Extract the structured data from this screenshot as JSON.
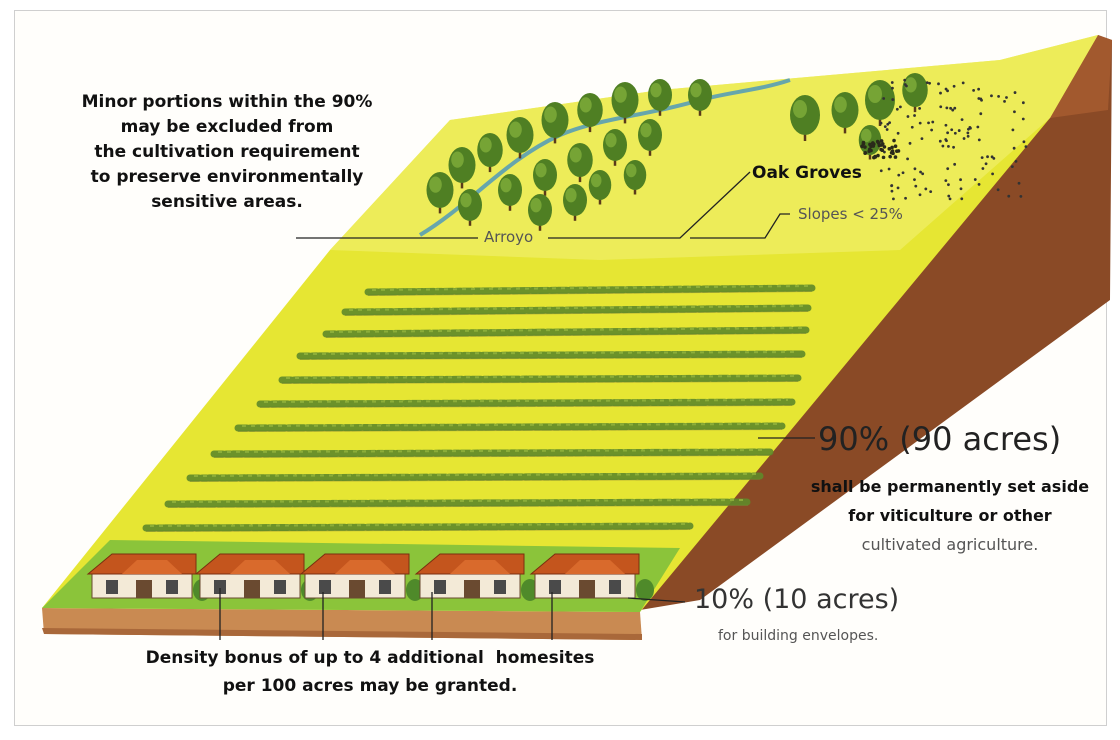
{
  "annotations": {
    "minor_portions": [
      "Minor portions within the 90%",
      "may be excluded from",
      "the cultivation requirement",
      "to preserve environmentally",
      "sensitive areas."
    ],
    "arroyo": "Arroyo",
    "oak_groves": "Oak Groves",
    "slopes": "Slopes < 25%",
    "ninety_pct": "90% (90 acres)",
    "ninety_desc": [
      "shall be permanently set aside",
      "for viticulture or other",
      "cultivated agriculture."
    ],
    "ten_pct": "10% (10 acres)",
    "ten_desc": "for building envelopes.",
    "density": [
      "Density bonus of up to 4 additional  homesites",
      "per 100 acres may be granted."
    ]
  },
  "colors": {
    "field": "#e6e633",
    "field_light": "#f1f06a",
    "soil": "#8a4a26",
    "soil_light": "#c98a52",
    "vine": "#5f8a2a",
    "tree": "#4f7f23",
    "roof": "#c4551d",
    "grass": "#8bc43a",
    "water": "#3a8fc8"
  },
  "icons": {
    "vineyard_rows": "vineyard-rows-icon",
    "tree": "oak-tree-icon",
    "house": "house-icon"
  }
}
